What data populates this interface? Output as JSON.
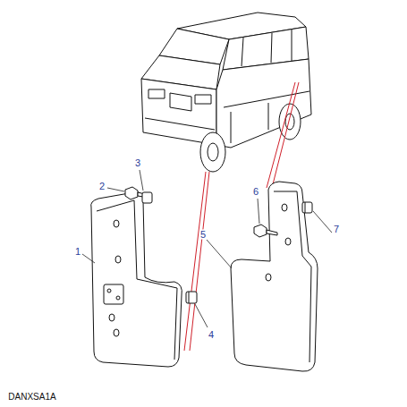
{
  "diagram": {
    "labels": [
      "3",
      "2",
      "1",
      "4",
      "6",
      "5",
      "7",
      "DANXSA1A"
    ]
  }
}
